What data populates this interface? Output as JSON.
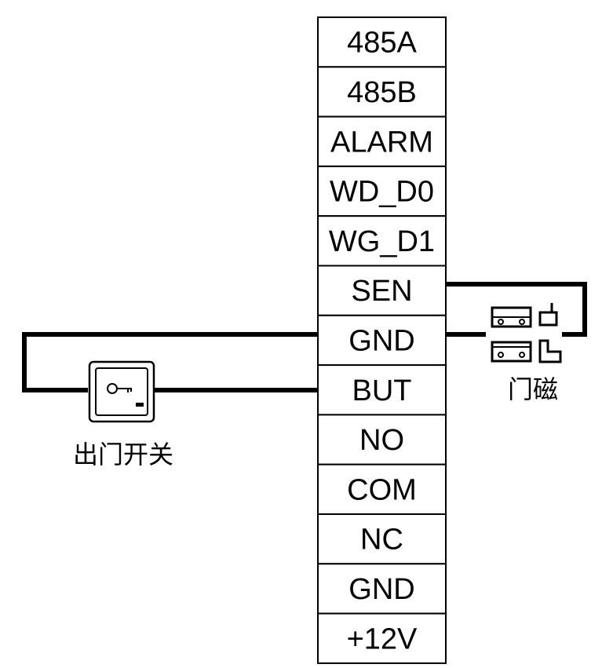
{
  "terminal_block": {
    "terminals": [
      "485A",
      "485B",
      "ALARM",
      "WD_D0",
      "WG_D1",
      "SEN",
      "GND",
      "BUT",
      "NO",
      "COM",
      "NC",
      "GND",
      "+12V"
    ]
  },
  "devices": {
    "exit_button": {
      "label": "出门开关",
      "icon": "key-icon",
      "connects": [
        "GND",
        "BUT"
      ]
    },
    "door_sensor": {
      "label": "门磁",
      "icon": "magnetic-contact-icon",
      "connects": [
        "SEN",
        "GND"
      ]
    }
  },
  "colors": {
    "line": "#000000",
    "background": "#ffffff"
  }
}
